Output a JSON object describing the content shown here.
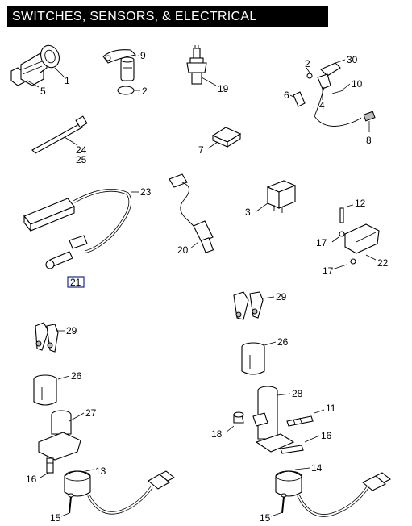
{
  "title": "SWITCHES, SENSORS, & ELECTRICAL CONNECTORS",
  "callouts": {
    "c1": "1",
    "c2a": "2",
    "c2b": "2",
    "c3": "3",
    "c4": "4",
    "c5": "5",
    "c6": "6",
    "c7": "7",
    "c8": "8",
    "c9": "9",
    "c10": "10",
    "c11": "11",
    "c12": "12",
    "c13": "13",
    "c14": "14",
    "c15a": "15",
    "c15b": "15",
    "c16a": "16",
    "c16b": "16",
    "c17a": "17",
    "c17b": "17",
    "c18": "18",
    "c19": "19",
    "c20": "20",
    "c21": "21",
    "c22": "22",
    "c23": "23",
    "c24": "24",
    "c25": "25",
    "c26a": "26",
    "c26b": "26",
    "c27": "27",
    "c28": "28",
    "c29a": "29",
    "c29b": "29",
    "c30": "30"
  }
}
